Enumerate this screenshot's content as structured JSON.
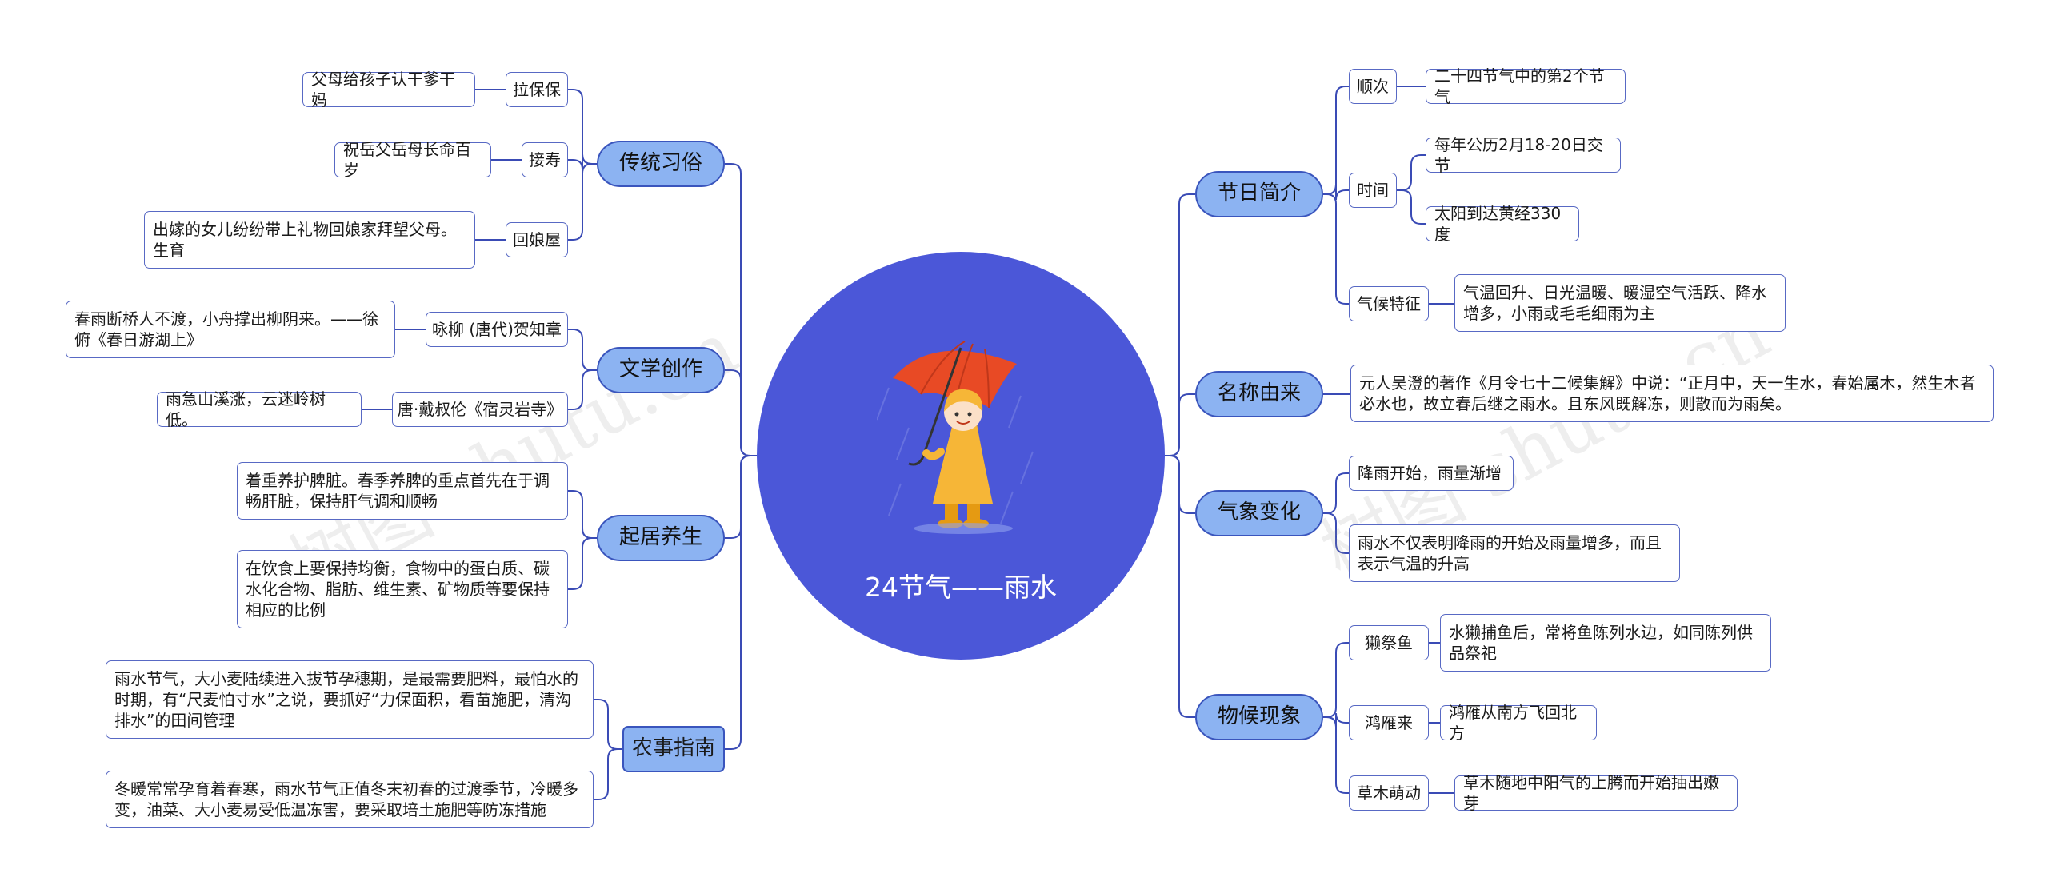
{
  "center": {
    "title": "24节气——雨水"
  },
  "left": [
    {
      "label": "传统习俗",
      "children": [
        {
          "label": "拉保保",
          "detail": "父母给孩子认干爹干妈"
        },
        {
          "label": "接寿",
          "detail": "祝岳父岳母长命百岁"
        },
        {
          "label": "回娘屋",
          "detail": "出嫁的女儿纷纷带上礼物回娘家拜望父母。生育"
        }
      ]
    },
    {
      "label": "文学创作",
      "children": [
        {
          "label": "咏柳 (唐代)贺知章",
          "detail": "春雨断桥人不渡，小舟撑出柳阴来。——徐俯《春日游湖上》"
        },
        {
          "label": "唐·戴叔伦《宿灵岩寺》",
          "detail": "雨急山溪涨，云迷岭树低。"
        }
      ]
    },
    {
      "label": "起居养生",
      "details": [
        "着重养护脾脏。春季养脾的重点首先在于调畅肝脏，保持肝气调和顺畅",
        "在饮食上要保持均衡，食物中的蛋白质、碳水化合物、脂肪、维生素、矿物质等要保持相应的比例"
      ]
    },
    {
      "label": "农事指南",
      "details": [
        "雨水节气，大小麦陆续进入拔节孕穗期，是最需要肥料，最怕水的时期，有“尺麦怕寸水”之说，要抓好“力保面积，看苗施肥，清沟排水”的田间管理",
        "冬暖常常孕育着春寒，雨水节气正值冬末初春的过渡季节，冷暖多变，油菜、大小麦易受低温冻害，要采取培土施肥等防冻措施"
      ]
    }
  ],
  "right": [
    {
      "label": "节日简介",
      "children": [
        {
          "label": "顺次",
          "details": [
            "二十四节气中的第2个节气"
          ]
        },
        {
          "label": "时间",
          "details": [
            "每年公历2月18-20日交节",
            "太阳到达黄经330度"
          ]
        },
        {
          "label": "气候特征",
          "details": [
            "气温回升、日光温暖、暖湿空气活跃、降水增多，小雨或毛毛细雨为主"
          ]
        }
      ]
    },
    {
      "label": "名称由来",
      "details": [
        "元人吴澄的著作《月令七十二候集解》中说：“正月中，天一生水，春始属木，然生木者必水也，故立春后继之雨水。且东风既解冻，则散而为雨矣。"
      ]
    },
    {
      "label": "气象变化",
      "details": [
        "降雨开始，雨量渐增",
        "雨水不仅表明降雨的开始及雨量增多，而且表示气温的升高"
      ]
    },
    {
      "label": "物候现象",
      "children": [
        {
          "label": "獭祭鱼",
          "details": [
            "水獭捕鱼后，常将鱼陈列水边，如同陈列供品祭祀"
          ]
        },
        {
          "label": "鸿雁来",
          "details": [
            "鸿雁从南方飞回北方"
          ]
        },
        {
          "label": "草木萌动",
          "details": [
            "草木随地中阳气的上腾而开始抽出嫩芽"
          ]
        }
      ]
    }
  ],
  "watermark": {
    "text": "树图 shutu.cn"
  },
  "colors": {
    "center": "#4b57d8",
    "branch_fill": "#8cb3f2",
    "line": "#3a4bb5",
    "border": "#5869c4",
    "umbrella": "#e84a25",
    "raincoat": "#f6b637"
  }
}
